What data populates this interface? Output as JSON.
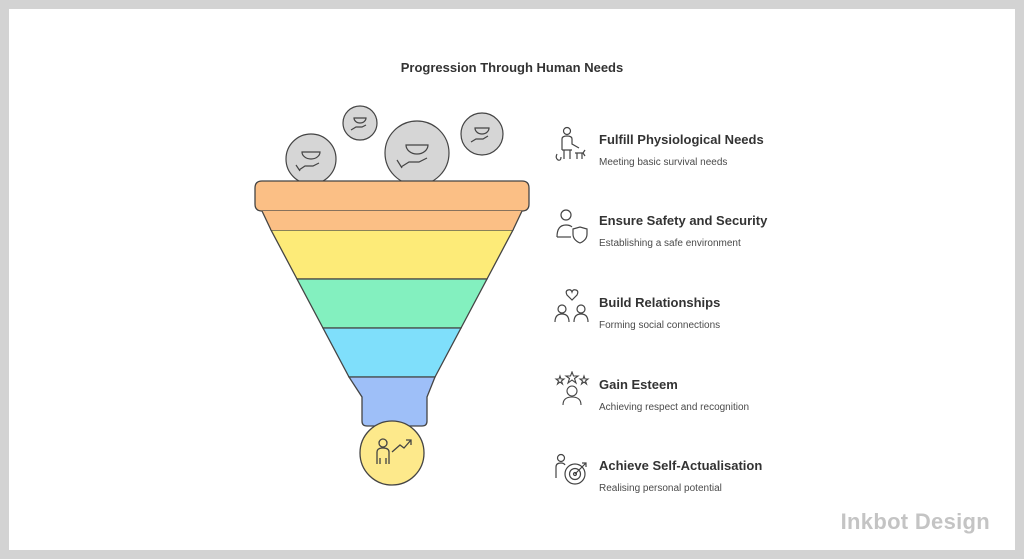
{
  "title": "Progression Through Human Needs",
  "watermark": "Inkbot Design",
  "colors": {
    "layer1": "#fbbf85",
    "layer2": "#fdeb78",
    "layer3": "#83f0bf",
    "layer4": "#7fdffb",
    "layer5": "#9ebff8",
    "bottom_circle": "#fde98b",
    "coins": "#d6d6d6",
    "outline": "#444444"
  },
  "steps": [
    {
      "title": "Fulfill Physiological Needs",
      "desc": "Meeting basic survival needs",
      "icon": "person-with-dog-icon"
    },
    {
      "title": "Ensure Safety and Security",
      "desc": "Establishing a safe environment",
      "icon": "person-shield-icon"
    },
    {
      "title": "Build Relationships",
      "desc": "Forming social connections",
      "icon": "two-people-heart-icon"
    },
    {
      "title": "Gain Esteem",
      "desc": "Achieving respect and recognition",
      "icon": "person-stars-icon"
    },
    {
      "title": "Achieve Self-Actualisation",
      "desc": "Realising personal potential",
      "icon": "target-arrow-icon"
    }
  ]
}
